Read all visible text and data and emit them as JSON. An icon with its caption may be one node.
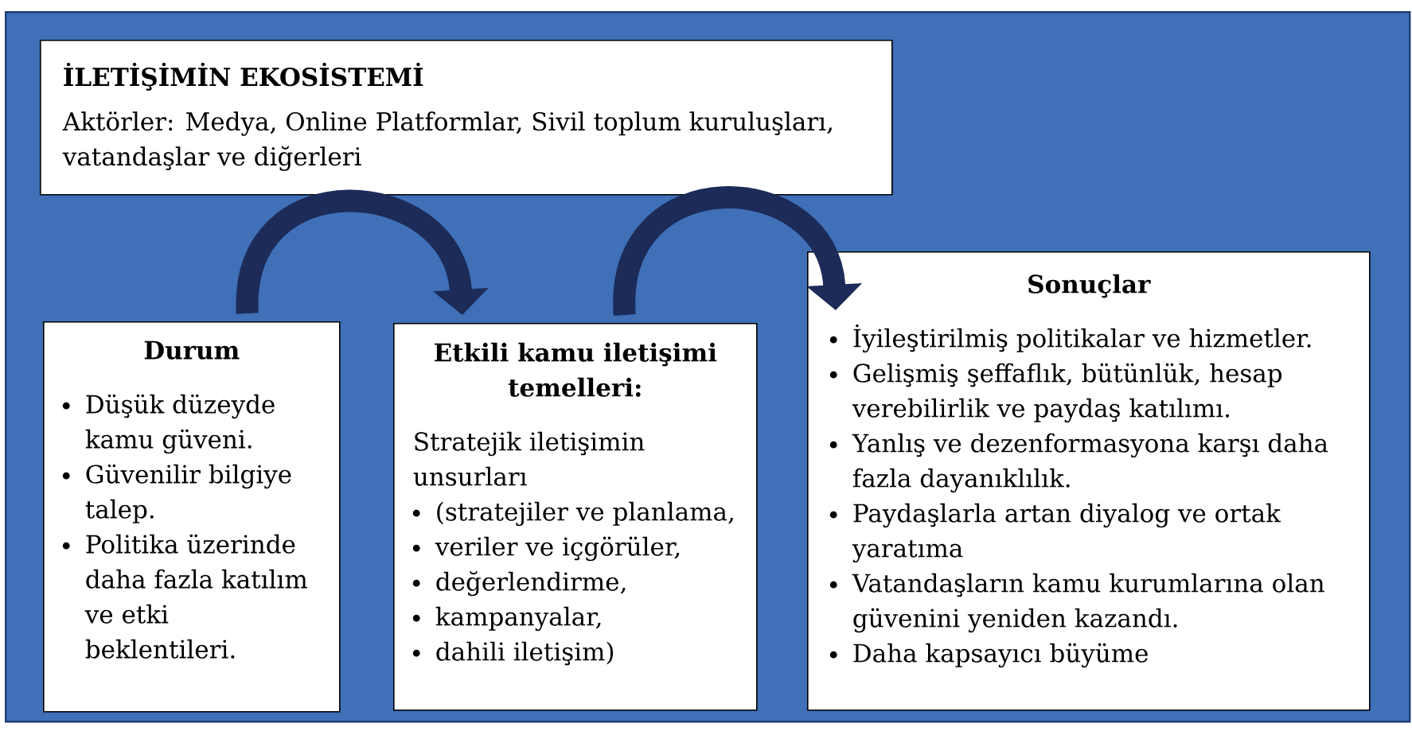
{
  "diagram": {
    "nodes": [
      {
        "text": [],
        "shape": "box"
      },
      {
        "text": [
          "İLETİŞİMİN EKOSİSTEMİ",
          "Aktörler: Medya, Online Platformlar, Sivil toplum kuruluşları, vatandaşlar ve diğerleri"
        ],
        "in": 0
      },
      {
        "text": [
          "Durum",
          "Düşük düzeyde kamu güveni.",
          "Güvenilir bilgiye talep.",
          "Politika üzerinde daha fazla katılım ve etki beklentileri."
        ],
        "in": 0
      },
      {
        "text": [
          "Etkili kamu iletişimi temelleri:",
          "Stratejik iletişimin unsurları",
          "(stratejiler ve planlama,",
          "veriler ve içgörüler,",
          "değerlendirme,",
          "kampanyalar,",
          "dahili iletişim)"
        ],
        "in": 0
      },
      {
        "text": [
          "Sonuçlar",
          "İyileştirilmiş politikalar ve hizmetler.",
          "Gelişmiş şeffaflık, bütünlük, hesap verebilirlik ve paydaş katılımı.",
          "Yanlış ve dezenformasyona karşı daha fazla dayanıklılık.",
          "Paydaşlarla artan diyalog ve ortak yaratıma",
          "Vatandaşların kamu kurumlarına olan güvenini yeniden kazandı.",
          "Daha kapsayıcı büyüme"
        ],
        "in": 0
      }
    ],
    "edges": [
      {
        "from": 2,
        "to": 3,
        "arrow": "to"
      },
      {
        "from": 3,
        "to": 4,
        "arrow": "to"
      }
    ]
  }
}
